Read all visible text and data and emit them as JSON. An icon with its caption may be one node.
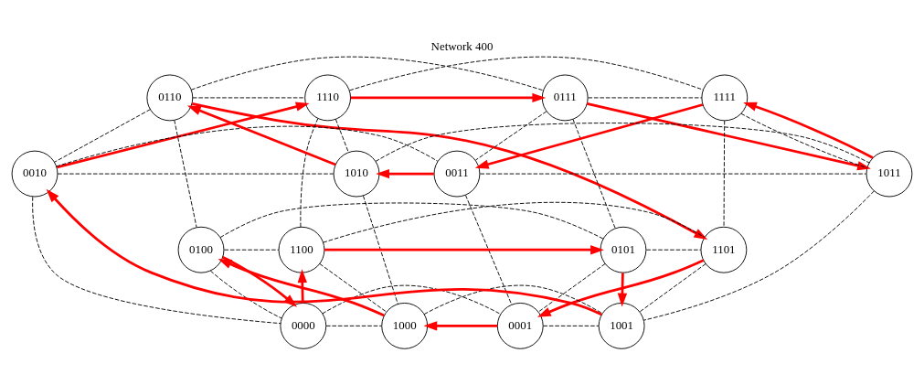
{
  "diagram": {
    "title": "Network 400",
    "nodes": [
      {
        "text": [
          "0110"
        ]
      },
      {
        "text": [
          "0111"
        ]
      },
      {
        "text": [
          "1110"
        ]
      },
      {
        "text": [
          "1111"
        ]
      },
      {
        "text": [
          "0010"
        ]
      },
      {
        "text": [
          "0011"
        ]
      },
      {
        "text": [
          "1010"
        ]
      },
      {
        "text": [
          "1011"
        ]
      },
      {
        "text": [
          "0100"
        ]
      },
      {
        "text": [
          "0101"
        ]
      },
      {
        "text": [
          "1100"
        ]
      },
      {
        "text": [
          "1101"
        ]
      },
      {
        "text": [
          "0000"
        ]
      },
      {
        "text": [
          "0001"
        ]
      },
      {
        "text": [
          "1000"
        ]
      },
      {
        "text": [
          "1001"
        ]
      }
    ],
    "edges": [
      {
        "from": 0,
        "to": 1,
        "arrow": "none",
        "style": "dashed"
      },
      {
        "from": 2,
        "to": 3,
        "arrow": "none",
        "style": "dashed"
      },
      {
        "from": 4,
        "to": 5,
        "arrow": "none",
        "style": "dashed"
      },
      {
        "from": 6,
        "to": 7,
        "arrow": "none",
        "style": "dashed"
      },
      {
        "from": 8,
        "to": 9,
        "arrow": "none",
        "style": "dashed"
      },
      {
        "from": 10,
        "to": 11,
        "arrow": "none",
        "style": "dashed"
      },
      {
        "from": 12,
        "to": 13,
        "arrow": "none",
        "style": "dashed"
      },
      {
        "from": 14,
        "to": 15,
        "arrow": "none",
        "style": "dashed"
      },
      {
        "from": 0,
        "to": 2,
        "arrow": "none",
        "style": "dashed"
      },
      {
        "from": 1,
        "to": 3,
        "arrow": "none",
        "style": "dashed"
      },
      {
        "from": 4,
        "to": 6,
        "arrow": "none",
        "style": "dashed"
      },
      {
        "from": 5,
        "to": 7,
        "arrow": "none",
        "style": "dashed"
      },
      {
        "from": 8,
        "to": 10,
        "arrow": "none",
        "style": "dashed"
      },
      {
        "from": 9,
        "to": 11,
        "arrow": "none",
        "style": "dashed"
      },
      {
        "from": 12,
        "to": 14,
        "arrow": "none",
        "style": "dashed"
      },
      {
        "from": 13,
        "to": 15,
        "arrow": "none",
        "style": "dashed"
      },
      {
        "from": 0,
        "to": 4,
        "arrow": "none",
        "style": "dashed"
      },
      {
        "from": 1,
        "to": 5,
        "arrow": "none",
        "style": "dashed"
      },
      {
        "from": 2,
        "to": 6,
        "arrow": "none",
        "style": "dashed"
      },
      {
        "from": 3,
        "to": 7,
        "arrow": "none",
        "style": "dashed"
      },
      {
        "from": 8,
        "to": 12,
        "arrow": "none",
        "style": "dashed"
      },
      {
        "from": 9,
        "to": 13,
        "arrow": "none",
        "style": "dashed"
      },
      {
        "from": 10,
        "to": 14,
        "arrow": "none",
        "style": "dashed"
      },
      {
        "from": 11,
        "to": 15,
        "arrow": "none",
        "style": "dashed"
      },
      {
        "from": 0,
        "to": 8,
        "arrow": "none",
        "style": "dashed"
      },
      {
        "from": 1,
        "to": 9,
        "arrow": "none",
        "style": "dashed"
      },
      {
        "from": 2,
        "to": 10,
        "arrow": "none",
        "style": "dashed"
      },
      {
        "from": 3,
        "to": 11,
        "arrow": "none",
        "style": "dashed"
      },
      {
        "from": 4,
        "to": 12,
        "arrow": "none",
        "style": "dashed"
      },
      {
        "from": 5,
        "to": 13,
        "arrow": "none",
        "style": "dashed"
      },
      {
        "from": 6,
        "to": 14,
        "arrow": "none",
        "style": "dashed"
      },
      {
        "from": 7,
        "to": 15,
        "arrow": "none",
        "style": "dashed"
      },
      {
        "from": 2,
        "to": 1,
        "arrow": "to",
        "style": "thick",
        "color": "#ff0000"
      },
      {
        "from": 4,
        "to": 2,
        "arrow": "to",
        "style": "thick",
        "color": "#ff0000"
      },
      {
        "from": 3,
        "to": 5,
        "arrow": "to",
        "style": "thick",
        "color": "#ff0000"
      },
      {
        "from": 1,
        "to": 7,
        "arrow": "to",
        "style": "thick",
        "color": "#ff0000"
      },
      {
        "from": 7,
        "to": 3,
        "arrow": "to",
        "style": "thick",
        "color": "#ff0000"
      },
      {
        "from": 5,
        "to": 6,
        "arrow": "to",
        "style": "thick",
        "color": "#ff0000"
      },
      {
        "from": 8,
        "to": 12,
        "arrow": "to",
        "style": "thick",
        "color": "#ff0000"
      },
      {
        "from": 12,
        "to": 10,
        "arrow": "to",
        "style": "thick",
        "color": "#ff0000"
      },
      {
        "from": 10,
        "to": 9,
        "arrow": "to",
        "style": "thick",
        "color": "#ff0000"
      },
      {
        "from": 11,
        "to": 13,
        "arrow": "to",
        "style": "thick",
        "color": "#ff0000"
      },
      {
        "from": 9,
        "to": 15,
        "arrow": "to",
        "style": "thick",
        "color": "#ff0000"
      },
      {
        "from": 13,
        "to": 14,
        "arrow": "to",
        "style": "thick",
        "color": "#ff0000"
      },
      {
        "from": 14,
        "to": 8,
        "arrow": "to",
        "style": "thick",
        "color": "#ff0000"
      },
      {
        "from": 15,
        "to": 4,
        "arrow": "to",
        "style": "thick",
        "color": "#ff0000"
      },
      {
        "from": 6,
        "to": 0,
        "arrow": "to",
        "style": "thick",
        "color": "#ff0000"
      },
      {
        "from": 0,
        "to": 11,
        "arrow": "to",
        "style": "thick",
        "color": "#ff0000"
      }
    ]
  }
}
